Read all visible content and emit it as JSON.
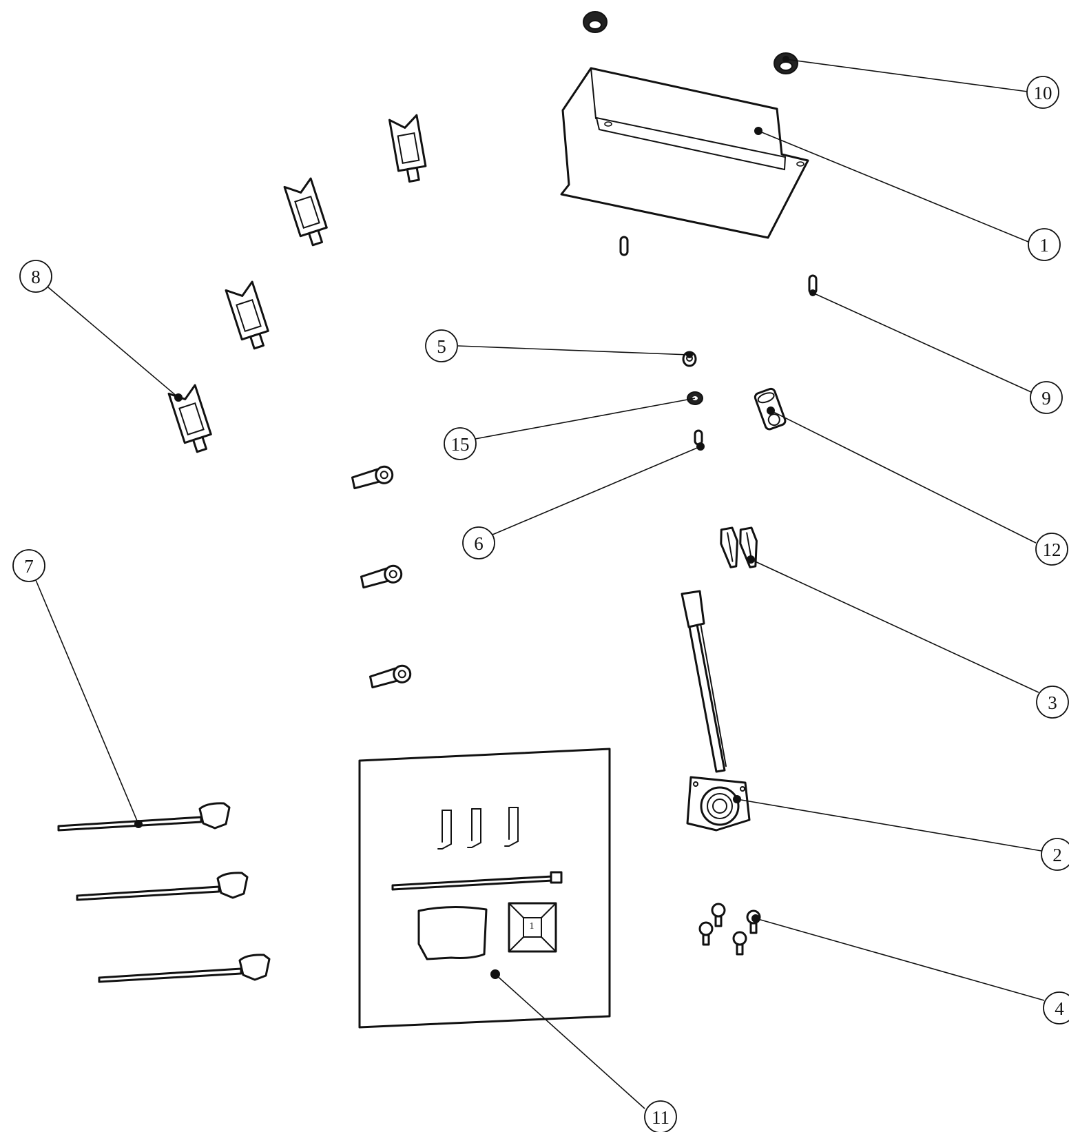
{
  "diagram": {
    "callouts": [
      {
        "id": "callout-1",
        "label": "1",
        "target": "enclosure-cover"
      },
      {
        "id": "callout-2",
        "label": "2",
        "target": "connector-harness"
      },
      {
        "id": "callout-3",
        "label": "3",
        "target": "terminal-clips"
      },
      {
        "id": "callout-4",
        "label": "4",
        "target": "mounting-screws"
      },
      {
        "id": "callout-5",
        "label": "5",
        "target": "nut"
      },
      {
        "id": "callout-6",
        "label": "6",
        "target": "small-screw"
      },
      {
        "id": "callout-7",
        "label": "7",
        "target": "probe-rods"
      },
      {
        "id": "callout-8",
        "label": "8",
        "target": "bracket-clips"
      },
      {
        "id": "callout-9",
        "label": "9",
        "target": "pin"
      },
      {
        "id": "callout-10",
        "label": "10",
        "target": "grommet"
      },
      {
        "id": "callout-11",
        "label": "11",
        "target": "hardware-kit-card"
      },
      {
        "id": "callout-12",
        "label": "12",
        "target": "cable-gland"
      },
      {
        "id": "callout-15",
        "label": "15",
        "target": "washer"
      }
    ],
    "kit_card": {
      "pad_label": "1"
    }
  }
}
